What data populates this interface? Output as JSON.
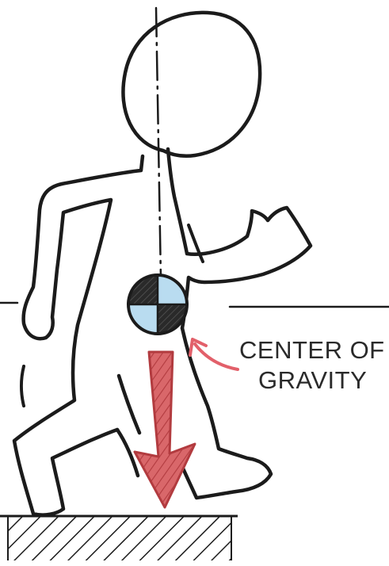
{
  "annotation": {
    "line1": "CENTER OF",
    "line2": "GRAVITY"
  },
  "colors": {
    "ink": "#1b1b1b",
    "cog_light": "#b9dcf0",
    "cog_dark": "#2a2a2a",
    "arrow_fill": "#d9676a",
    "arrow_stroke": "#b23b3f",
    "pointer": "#e2606a",
    "ground_hatch": "#1b1b1b",
    "background": "#ffffff"
  },
  "icons": {
    "center_marker": "center-of-gravity-symbol",
    "force_arrow": "down-arrow-icon",
    "pointer_arrow": "curved-pointer-arrow-icon"
  }
}
